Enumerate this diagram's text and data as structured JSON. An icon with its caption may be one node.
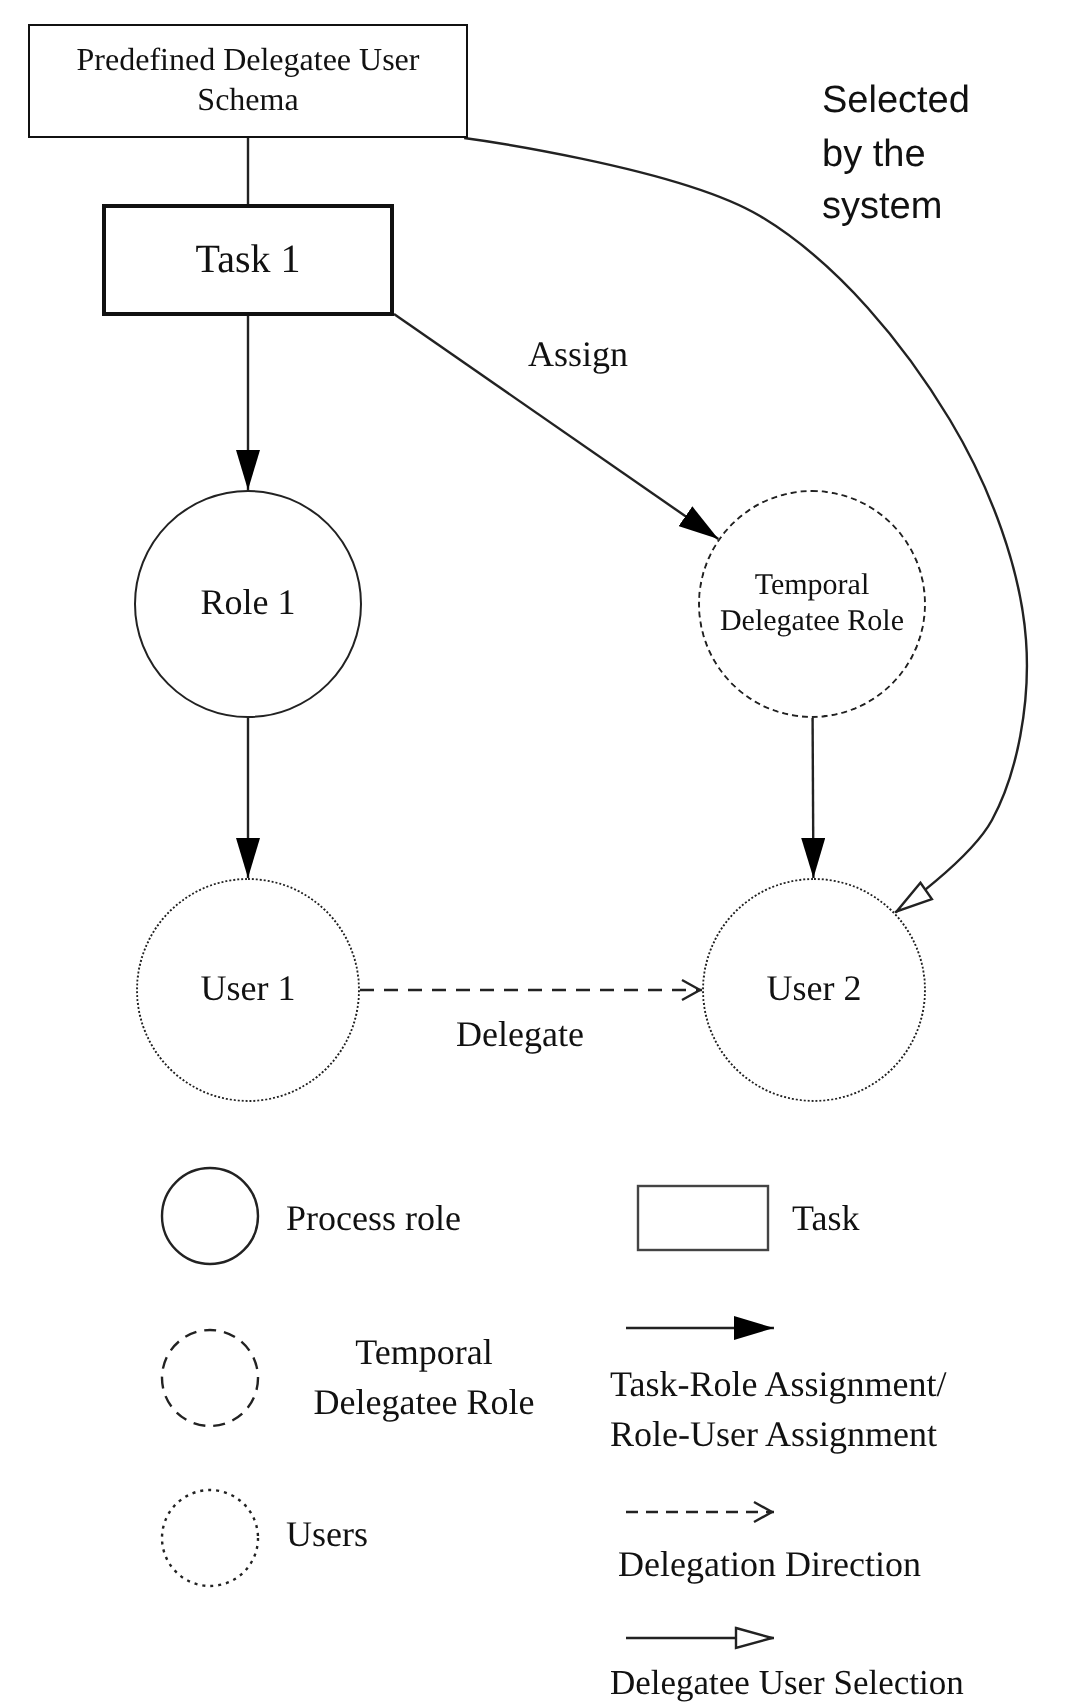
{
  "diagram": {
    "nodes": [
      {
        "text": [
          "Predefined Delegatee User Schema"
        ]
      },
      {
        "text": [
          "Task 1"
        ]
      },
      {
        "text": [
          "Role 1"
        ]
      },
      {
        "text": [
          "Temporal Delegatee Role"
        ]
      },
      {
        "text": [
          "User 1"
        ]
      },
      {
        "text": [
          "User 2"
        ]
      }
    ],
    "edges": [
      {
        "from": 0,
        "to": 1,
        "arrow": "none"
      },
      {
        "from": 1,
        "to": 2,
        "arrow": "to"
      },
      {
        "from": 1,
        "to": 3,
        "arrow": "to",
        "label": "Assign"
      },
      {
        "from": 2,
        "to": 4,
        "arrow": "to"
      },
      {
        "from": 3,
        "to": 5,
        "arrow": "to"
      },
      {
        "from": 4,
        "to": 5,
        "arrow": "to",
        "label": "Delegate",
        "style": "dashed"
      },
      {
        "from": 0,
        "to": 5,
        "arrow": "to",
        "label": "Selected by the system"
      }
    ],
    "legend": [
      {
        "text": "Process role"
      },
      {
        "text": "Task"
      },
      {
        "text": "Temporal Delegatee Role"
      },
      {
        "text": "Task-Role Assignment/ Role-User Assignment"
      },
      {
        "text": "Users"
      },
      {
        "text": "Delegation Direction"
      },
      {
        "text": "Delegatee User Selection"
      }
    ]
  }
}
